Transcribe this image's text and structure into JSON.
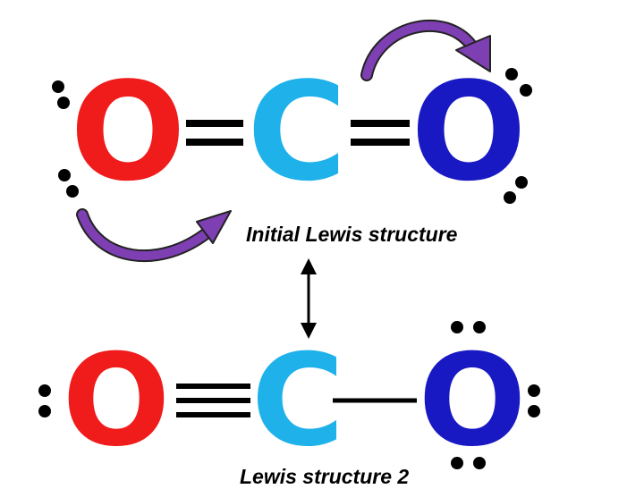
{
  "colors": {
    "oxygen_left": "#f01b1b",
    "carbon": "#1eb1ea",
    "oxygen_right": "#1919c4",
    "bond": "#000000",
    "electron": "#000000",
    "curved_arrow": "#7d3fb2",
    "background": "#ffffff"
  },
  "structure1": {
    "atom_left": "O",
    "atom_center": "C",
    "atom_right": "O",
    "bond_left": "double",
    "bond_right": "double",
    "caption": "Initial Lewis structure"
  },
  "structure2": {
    "atom_left": "O",
    "atom_center": "C",
    "atom_right": "O",
    "bond_left": "triple",
    "bond_right": "single",
    "caption": "Lewis structure 2"
  },
  "icons": {
    "curved_arrow_top": "curved-arrow-icon",
    "curved_arrow_bottom": "curved-arrow-icon",
    "resonance_arrow": "double-headed-arrow-icon"
  }
}
